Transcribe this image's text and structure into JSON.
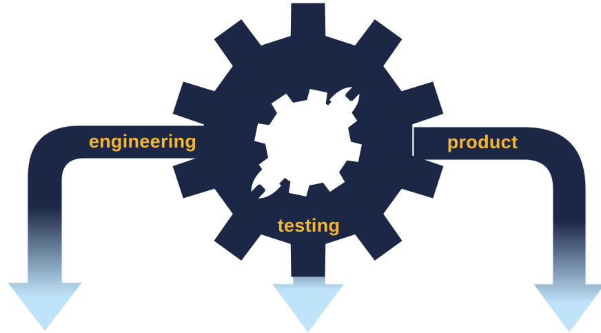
{
  "labels": {
    "left": "engineering",
    "center": "testing",
    "right": "product"
  },
  "icons": {
    "central": "gear-icon",
    "tool": "wrench-icon",
    "arrow": "arrow-down-icon"
  },
  "colors": {
    "navy": "#1b2745",
    "arrow_tip": "#bfe3f8",
    "label": "#f5b731",
    "symbol": "#ffffff",
    "background": "#ffffff"
  }
}
